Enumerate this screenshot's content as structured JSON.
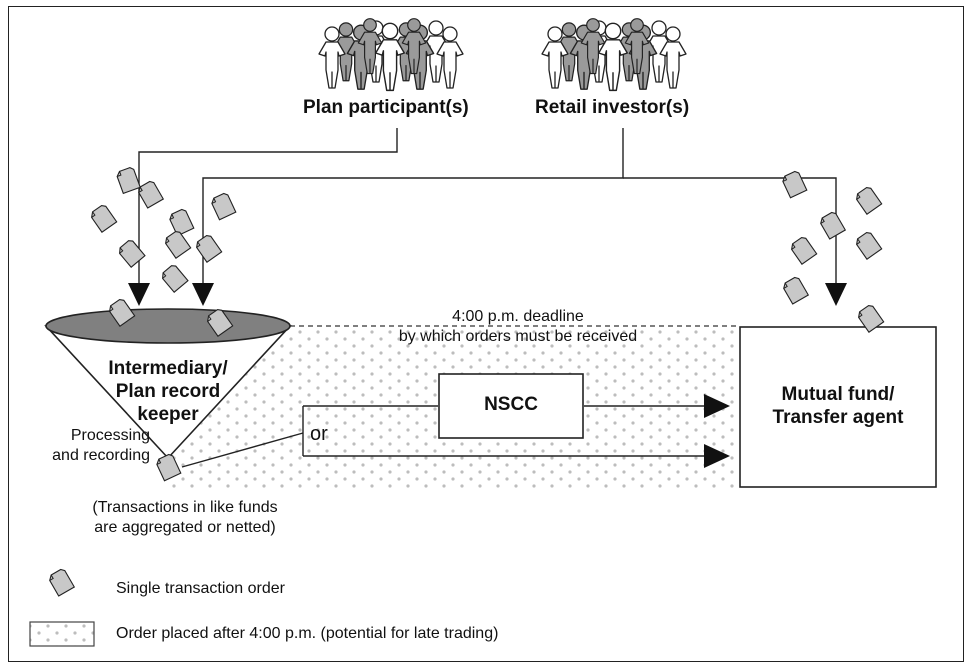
{
  "diagram": {
    "sources": {
      "plan_participants": "Plan participant(s)",
      "retail_investors": "Retail investor(s)"
    },
    "funnel": {
      "line1": "Intermediary/",
      "line2": "Plan record",
      "line3": "keeper"
    },
    "processing": {
      "line1": "Processing",
      "line2": "and recording"
    },
    "aggregation_note": {
      "line1": "(Transactions in like funds",
      "line2": "are aggregated or netted)"
    },
    "deadline": {
      "line1": "4:00 p.m. deadline",
      "line2": "by which orders must be received"
    },
    "nscc": "NSCC",
    "or_label": "or",
    "fund": {
      "line1": "Mutual fund/",
      "line2": "Transfer agent"
    },
    "legend": {
      "single_order": "Single transaction order",
      "late_order": "Order placed after 4:00 p.m. (potential for late trading)"
    },
    "colors": {
      "stroke": "#222222",
      "paper_fill": "#c8c8c8",
      "funnel_top": "#808080",
      "dot": "#bdbdbd",
      "person_dark": "#9a9a9a",
      "person_light": "#ffffff"
    }
  }
}
